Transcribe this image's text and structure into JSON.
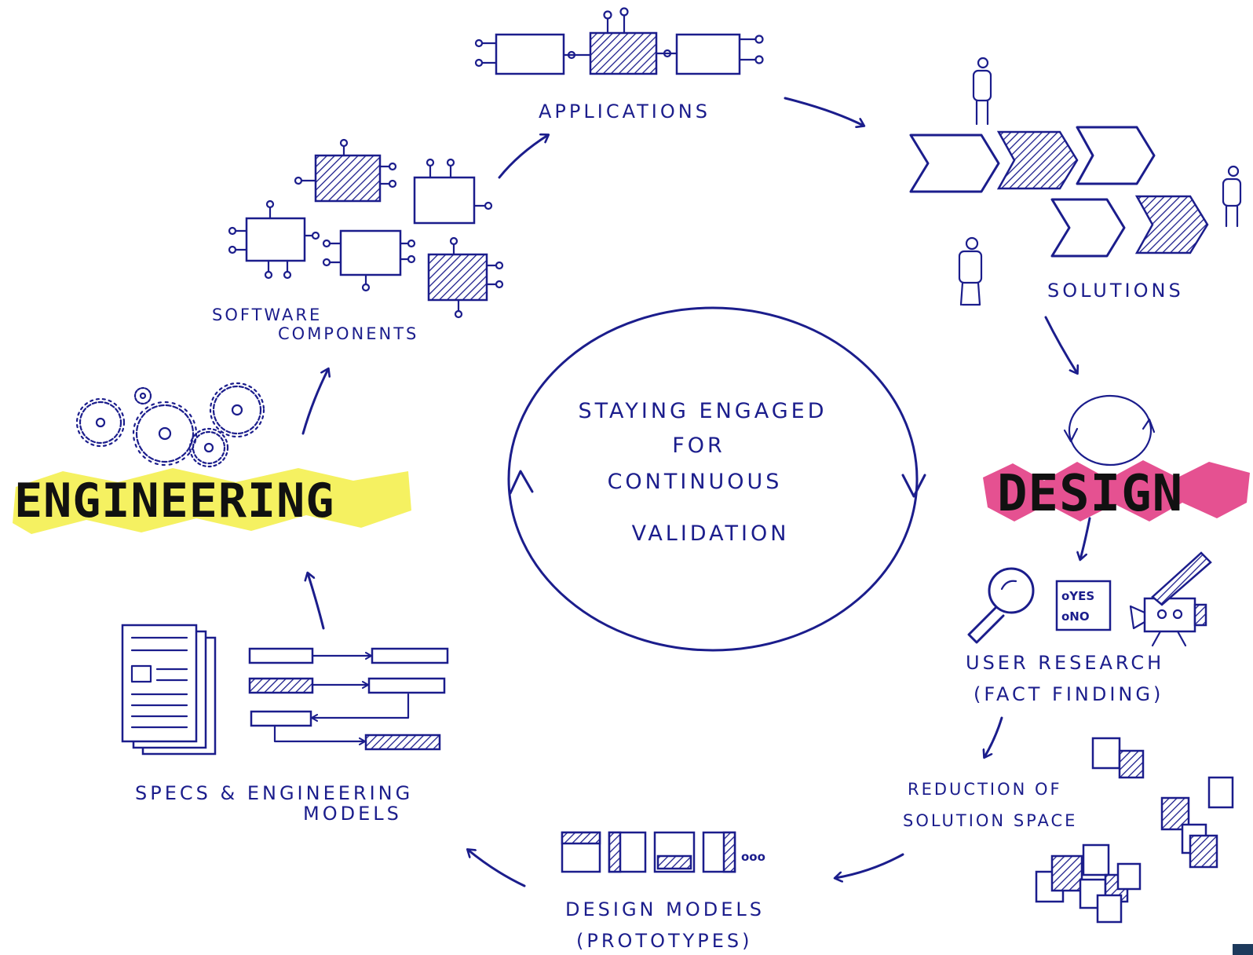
{
  "center": {
    "line1": "STAYING  ENGAGED",
    "line2": "FOR",
    "line3": "CONTINUOUS",
    "line4": "VALIDATION"
  },
  "labels": {
    "applications": "APPLICATIONS",
    "solutions": "SOLUTIONS",
    "design": "DESIGN",
    "user_research_1": "USER   RESEARCH",
    "user_research_2": "(FACT FINDING)",
    "reduction_1": "REDUCTION  OF",
    "reduction_2": "SOLUTION SPACE",
    "design_models_1": "DESIGN  MODELS",
    "design_models_2": "(PROTOTYPES)",
    "specs_1": "SPECS &  ENGINEERING",
    "specs_2": "MODELS",
    "engineering": "ENGINEERING",
    "software_1": "SOFTWARE",
    "software_2": "COMPONENTS",
    "ellipsis": "ooo",
    "survey_yes": "oYES",
    "survey_no": "oNO"
  },
  "colors": {
    "ink": "#1b1d8c",
    "engineering_highlight": "#f2ee3a",
    "design_highlight": "#e0337e",
    "heading_text": "#111111"
  },
  "icons": [
    "gear-icon",
    "magnifier-icon",
    "survey-icon",
    "video-camera-icon",
    "person-icon",
    "chevron-icon",
    "document-stack-icon",
    "component-box-icon"
  ]
}
